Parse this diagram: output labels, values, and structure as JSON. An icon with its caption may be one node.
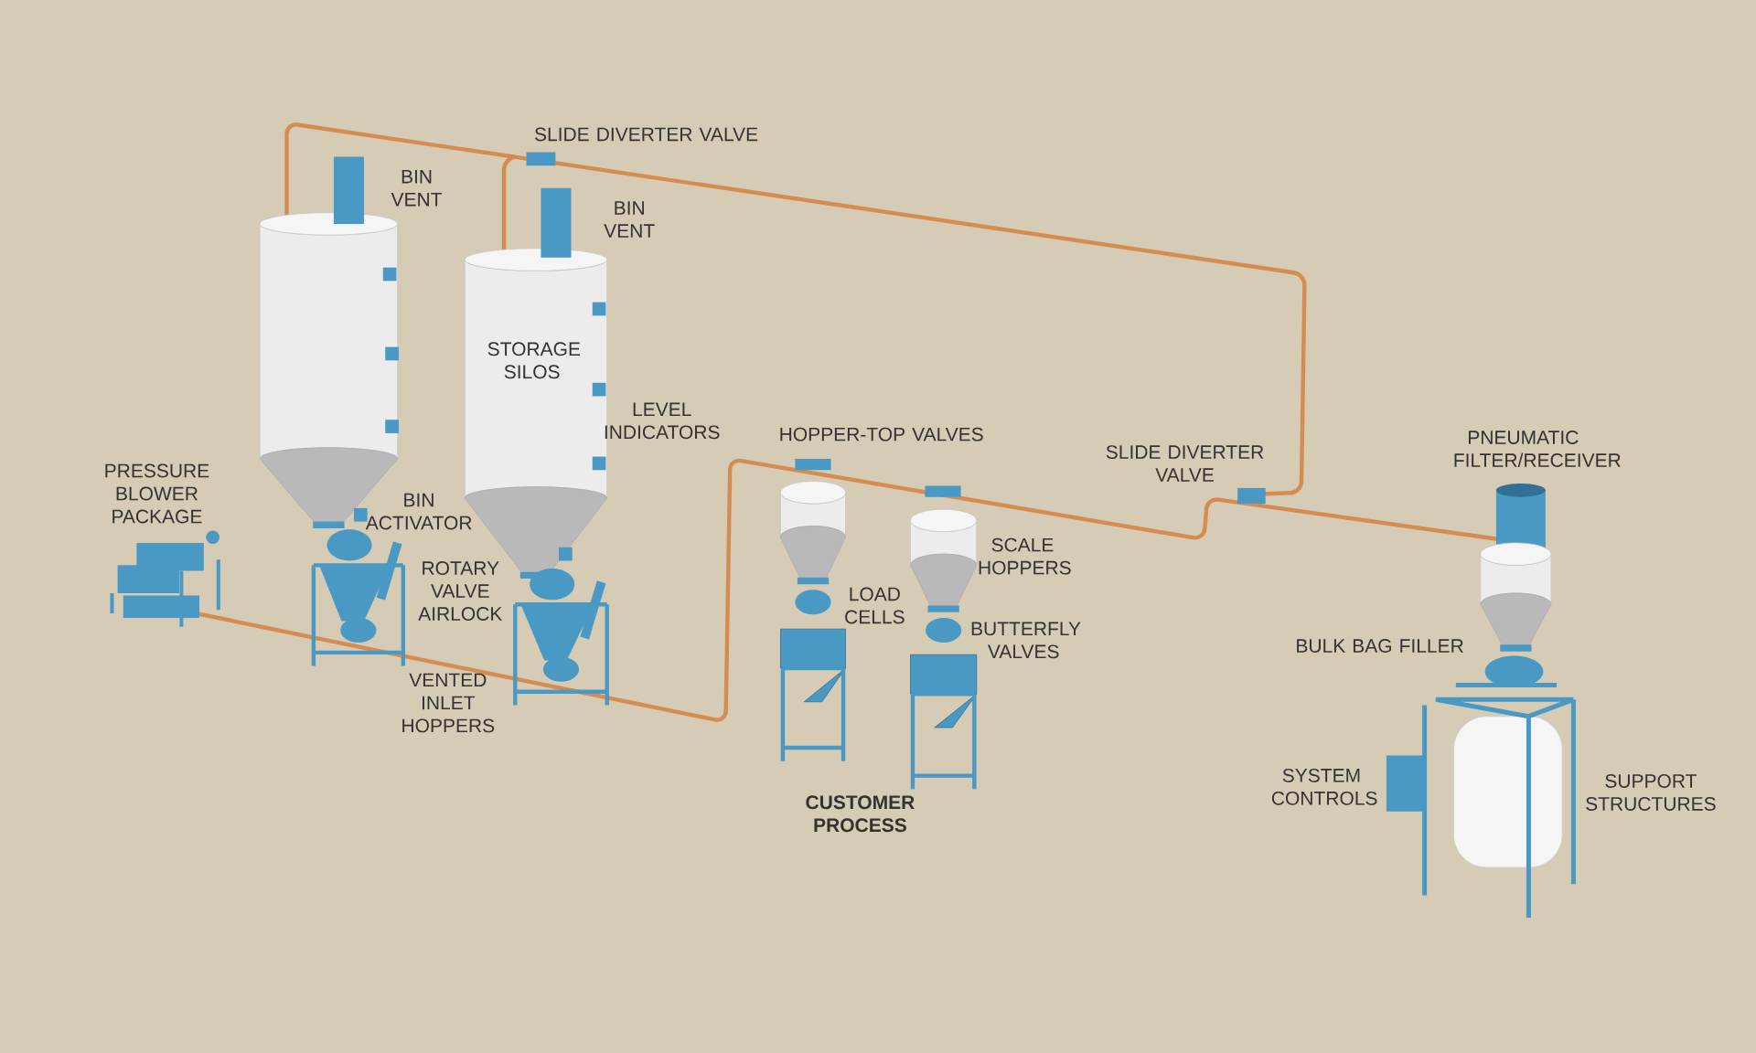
{
  "diagram": {
    "labels": [
      "SLIDE DIVERTER VALVE",
      "BIN VENT",
      "BIN VENT",
      "STORAGE SILOS",
      "LEVEL INDICATORS",
      "HOPPER-TOP VALVES",
      "SLIDE DIVERTER VALVE",
      "PNEUMATIC FILTER/RECEIVER",
      "PRESSURE BLOWER PACKAGE",
      "BIN ACTIVATOR",
      "SCALE HOPPERS",
      "ROTARY VALVE AIRLOCK",
      "LOAD CELLS",
      "BUTTERFLY VALVES",
      "BULK BAG FILLER",
      "VENTED INLET HOPPERS",
      "SYSTEM CONTROLS",
      "SUPPORT STRUCTURES",
      "CUSTOMER PROCESS"
    ]
  }
}
